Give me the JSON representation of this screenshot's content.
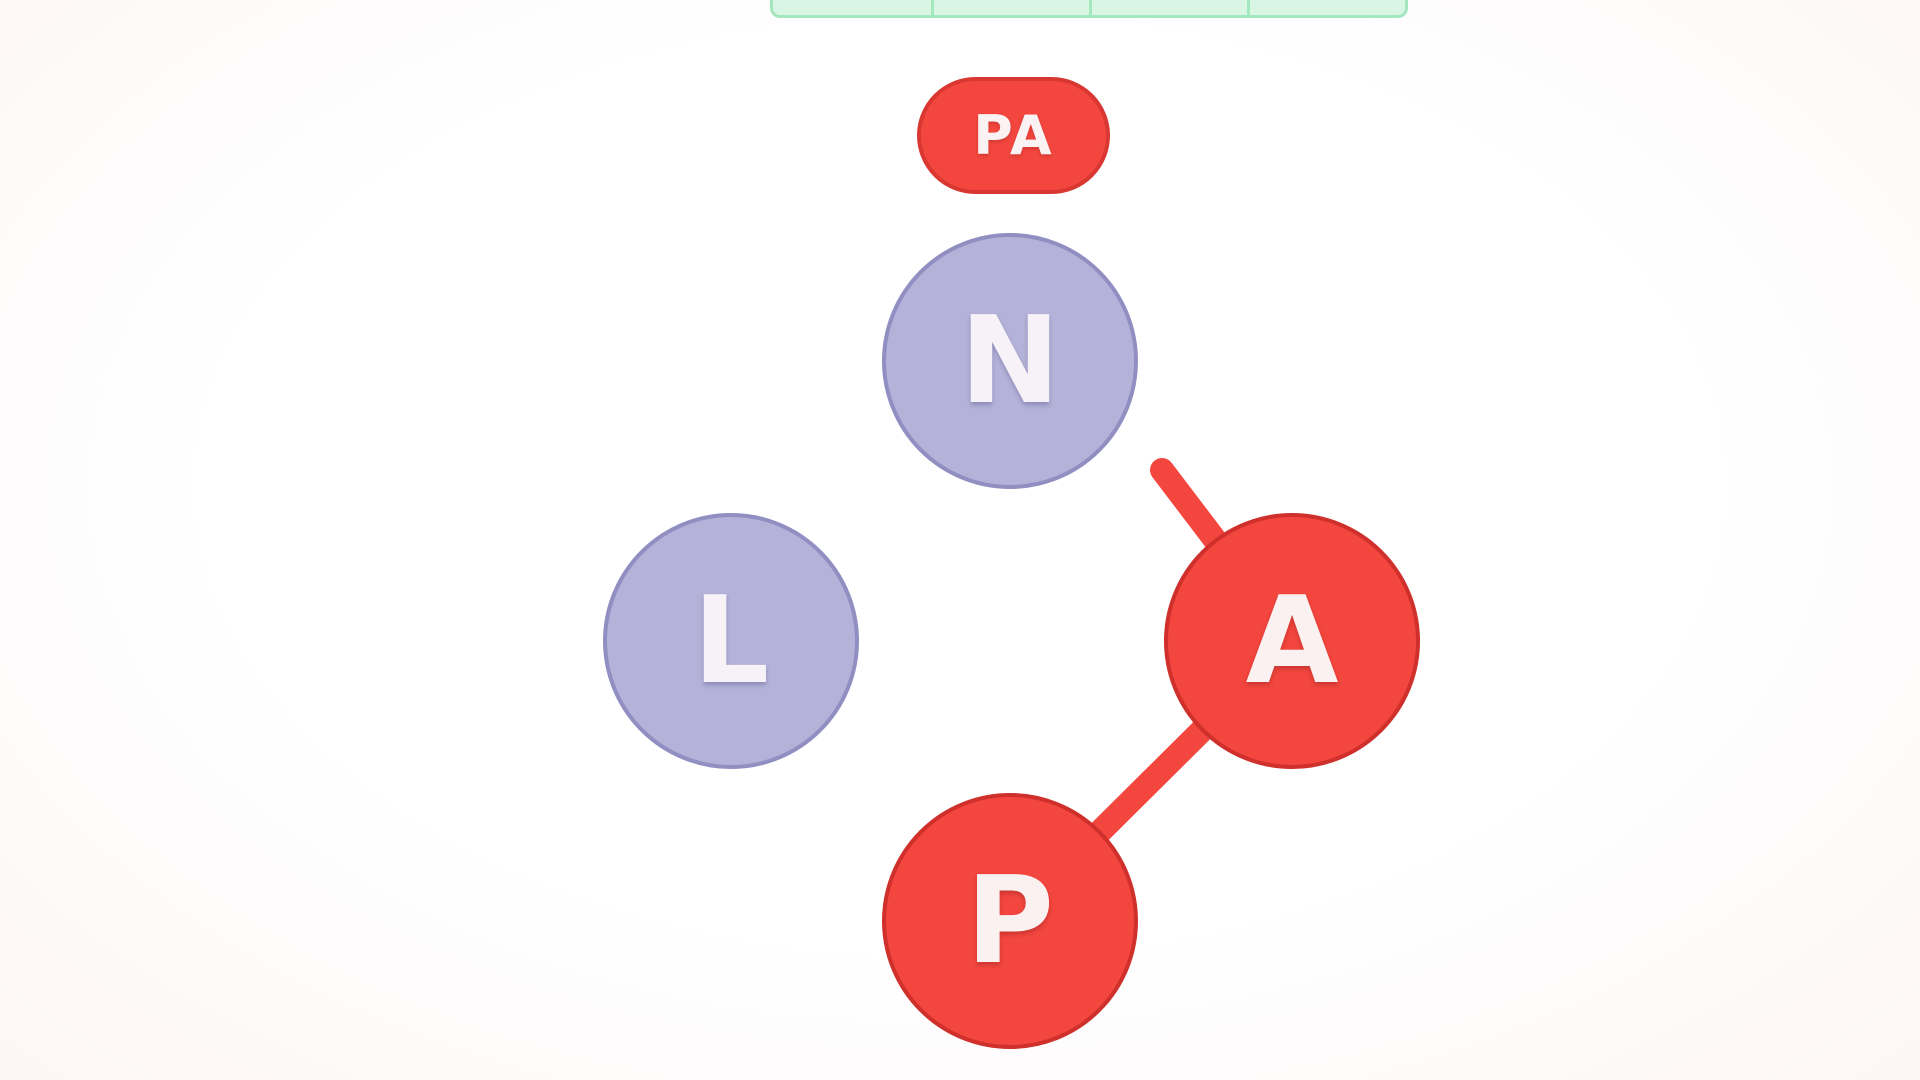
{
  "current_word": "PA",
  "answer_row": {
    "slot_count": 4,
    "slots": [
      "",
      "",
      "",
      ""
    ]
  },
  "letters": [
    {
      "label": "N",
      "selected": false
    },
    {
      "label": "L",
      "selected": false
    },
    {
      "label": "A",
      "selected": true
    },
    {
      "label": "P",
      "selected": true
    }
  ],
  "colors": {
    "selected_red": "#f2463e",
    "selected_red_border": "#d0302b",
    "idle_lavender": "#b5b2d9",
    "idle_lavender_border": "#918ec2",
    "slot_green_fill": "#d9f6e4",
    "slot_green_border": "#a3e7bf",
    "letter_text": "#fbf3f3",
    "background": "#ffffff"
  }
}
